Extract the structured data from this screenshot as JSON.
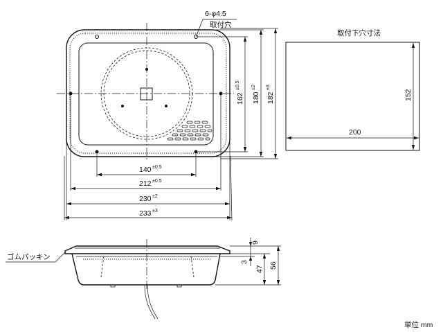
{
  "top_view": {
    "hole_callout": "6-φ4.5",
    "hole_callout_sub": "取付穴",
    "dim_140": {
      "value": "140",
      "tol": "±0.5"
    },
    "dim_212": {
      "value": "212",
      "tol": "±0.5"
    },
    "dim_230": {
      "value": "230",
      "tol": "±2"
    },
    "dim_233": {
      "value": "233",
      "tol": "±3"
    },
    "dim_162": {
      "value": "162",
      "tol": "±0.5"
    },
    "dim_180": {
      "value": "180",
      "tol": "±2"
    },
    "dim_182": {
      "value": "182",
      "tol": "±3"
    }
  },
  "cutout": {
    "title": "取付下穴寸法",
    "width": "200",
    "height": "152"
  },
  "side_view": {
    "gasket_label": "ゴムパッキン",
    "dim_9": "9",
    "dim_3": "3",
    "dim_47": "47",
    "dim_56": "56"
  },
  "unit_label": "単位 mm"
}
